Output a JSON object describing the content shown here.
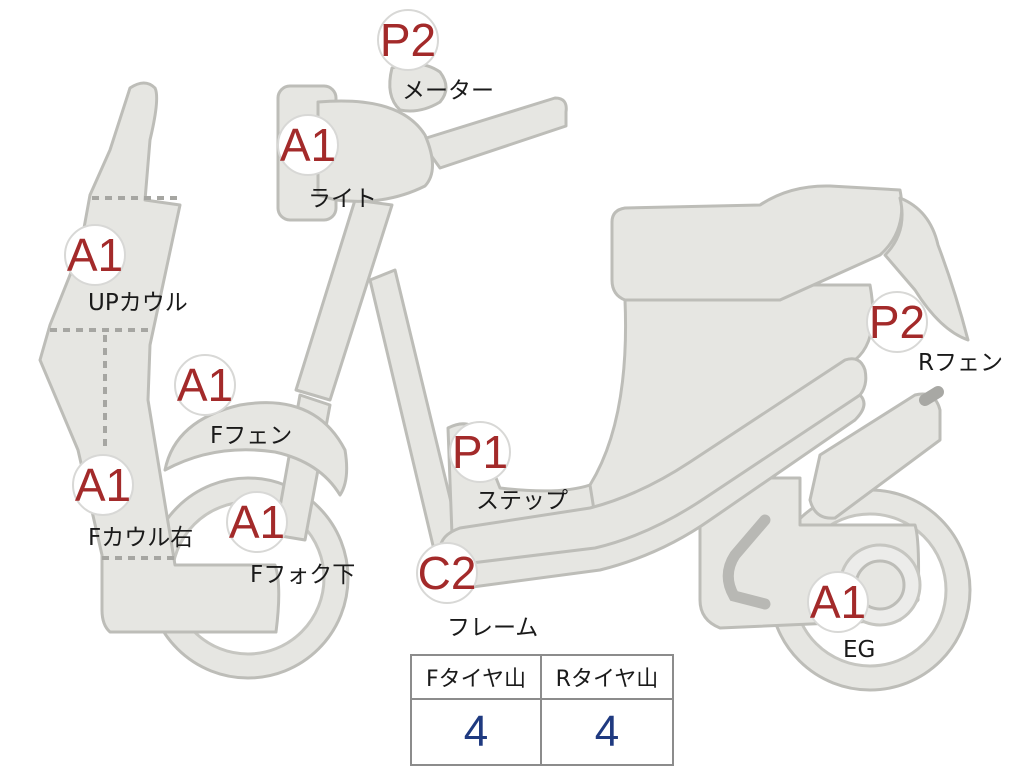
{
  "diagram": {
    "badges": [
      {
        "id": "meter",
        "code": "P2",
        "label": "メーター"
      },
      {
        "id": "light",
        "code": "A1",
        "label": "ライト"
      },
      {
        "id": "up-cowl",
        "code": "A1",
        "label": "UPカウル"
      },
      {
        "id": "f-fender",
        "code": "A1",
        "label": "Fフェン"
      },
      {
        "id": "f-cowl-right",
        "code": "A1",
        "label": "Fカウル右"
      },
      {
        "id": "f-fork-lower",
        "code": "A1",
        "label": "Fフォク下"
      },
      {
        "id": "step",
        "code": "P1",
        "label": "ステップ"
      },
      {
        "id": "frame",
        "code": "C2",
        "label": "フレーム"
      },
      {
        "id": "r-fender",
        "code": "P2",
        "label": "Rフェン"
      },
      {
        "id": "engine",
        "code": "A1",
        "label": "EG"
      }
    ]
  },
  "tire_table": {
    "headers": [
      "Fタイヤ山",
      "Rタイヤ山"
    ],
    "values": [
      "4",
      "4"
    ]
  },
  "colors": {
    "badge_code": "#a32a2a",
    "tire_value": "#1f3a80",
    "part_fill": "#e6e6e2"
  }
}
